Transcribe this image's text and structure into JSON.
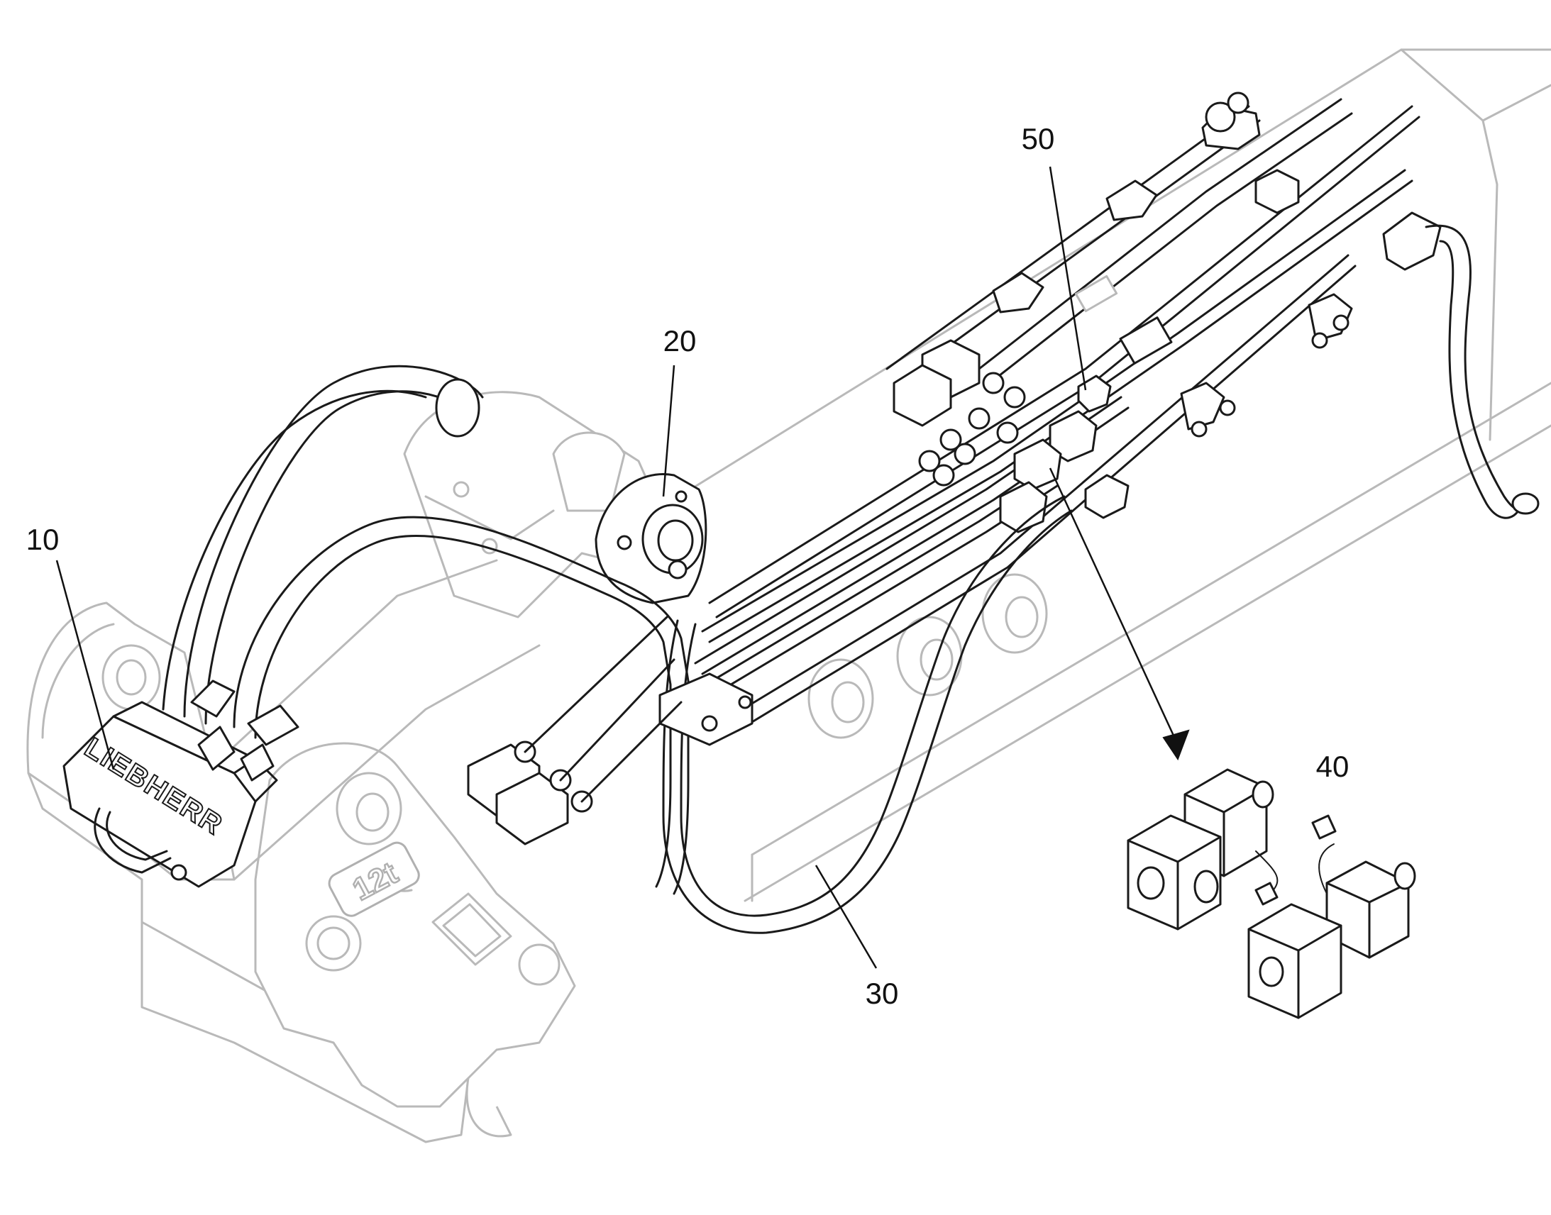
{
  "figure": {
    "callouts": [
      {
        "id": "10",
        "label": "10",
        "part": "coupling-connector"
      },
      {
        "id": "20",
        "label": "20",
        "part": "boom-pivot"
      },
      {
        "id": "30",
        "label": "30",
        "part": "hydraulic-hose"
      },
      {
        "id": "40",
        "label": "40",
        "part": "solenoid-valves"
      },
      {
        "id": "50",
        "label": "50",
        "part": "valve-block"
      }
    ],
    "logo_text": "LIEBHERR",
    "capacity_stamp": "12t"
  },
  "colors": {
    "line_dark": "#1a1a1a",
    "line_ghost": "#b9b9b9",
    "background": "#ffffff"
  }
}
